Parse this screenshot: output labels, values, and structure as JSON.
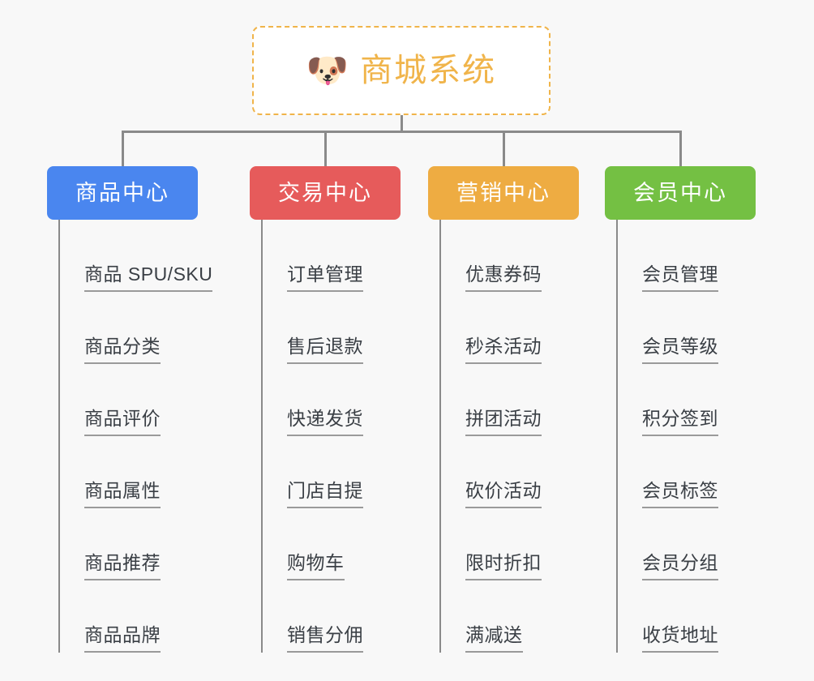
{
  "background_color": "#f8f8f8",
  "root": {
    "icon": "shiba-dog-face-icon",
    "emoji": "🐶",
    "title": "商城系统",
    "border_color": "#f0b44a",
    "text_color": "#f0b44a",
    "fill_color": "#ffffff"
  },
  "connector_color": "#8a8a8a",
  "columns": [
    {
      "label": "商品中心",
      "color": "#4a86ef",
      "name": "product-center",
      "items": [
        {
          "label": "商品 SPU/SKU"
        },
        {
          "label": "商品分类"
        },
        {
          "label": "商品评价"
        },
        {
          "label": "商品属性"
        },
        {
          "label": "商品推荐"
        },
        {
          "label": "商品品牌"
        }
      ]
    },
    {
      "label": "交易中心",
      "color": "#e65b5b",
      "name": "trade-center",
      "items": [
        {
          "label": "订单管理"
        },
        {
          "label": "售后退款"
        },
        {
          "label": "快递发货"
        },
        {
          "label": "门店自提"
        },
        {
          "label": "购物车"
        },
        {
          "label": "销售分佣"
        }
      ]
    },
    {
      "label": "营销中心",
      "color": "#eeac42",
      "name": "marketing-center",
      "items": [
        {
          "label": "优惠券码"
        },
        {
          "label": "秒杀活动"
        },
        {
          "label": "拼团活动"
        },
        {
          "label": "砍价活动"
        },
        {
          "label": "限时折扣"
        },
        {
          "label": "满减送"
        }
      ]
    },
    {
      "label": "会员中心",
      "color": "#74c043",
      "name": "member-center",
      "items": [
        {
          "label": "会员管理"
        },
        {
          "label": "会员等级"
        },
        {
          "label": "积分签到"
        },
        {
          "label": "会员标签"
        },
        {
          "label": "会员分组"
        },
        {
          "label": "收货地址"
        }
      ]
    }
  ]
}
